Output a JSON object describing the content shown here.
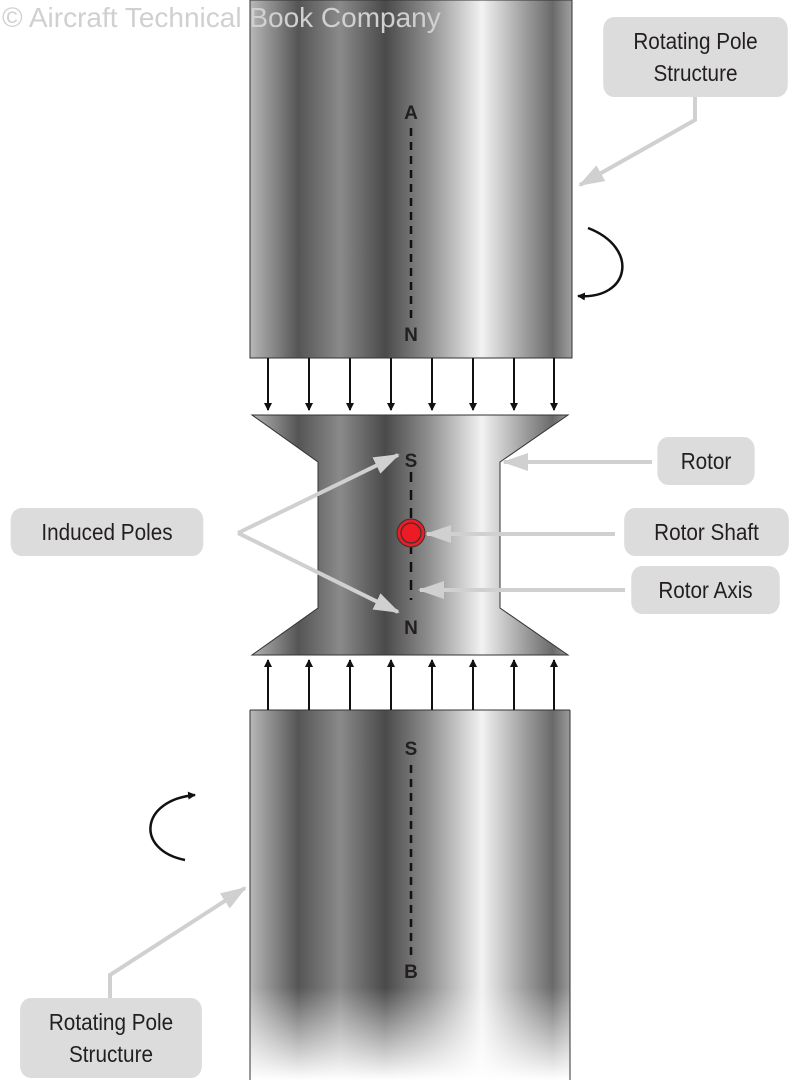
{
  "watermark": "© Aircraft Technical Book Company",
  "labels": {
    "top_pole": "Rotating Pole Structure",
    "bottom_pole": "Rotating Pole Structure",
    "rotor": "Rotor",
    "rotor_shaft": "Rotor Shaft",
    "rotor_axis": "Rotor Axis",
    "induced_poles": "Induced Poles"
  },
  "poles": {
    "top_a": "A",
    "top_n": "N",
    "rotor_s": "S",
    "rotor_n": "N",
    "bottom_s": "S",
    "bottom_b": "B"
  },
  "colors": {
    "shaft": "#ed1c24",
    "callout": "#dcdcdc",
    "arrow": "#d0d0d0"
  }
}
